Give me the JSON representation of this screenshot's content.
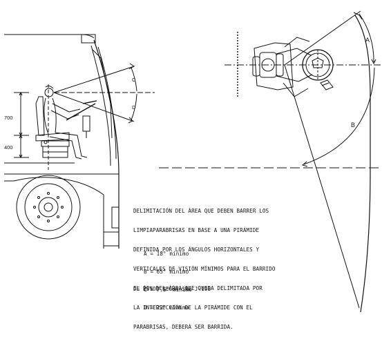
{
  "dimensions": {
    "height_upper": "700",
    "height_lower": "400"
  },
  "angle_labels_side": {
    "c": "C",
    "d": "D"
  },
  "angle_labels_top": {
    "a": "A",
    "b": "B"
  },
  "description": [
    "DELIMITACIÓN DEL ÁREA QUE DEBEN BARRER LOS",
    "LIMPIAPARABRISAS EN BASE A UNA PIRÁMIDE",
    "DEFINIDA POR LOS ÁNGULOS HORIZONTALES Y",
    "VERTICALES DE VISIÓN MÍNIMOS PARA EL BARRIDO",
    "DE ÉSTOS SEGÚN SAE J-198"
  ],
  "angles": [
    "A = 18° mínimo",
    "B = 65° mínimo",
    "C = 7.5° mínimo",
    "D = 22° mínimo"
  ],
  "conclusion": [
    "EL 90% DEL ÁREA QUE QUEDA DELIMITADA POR",
    "LA INTERSECCIÓN DE LA PIRÁMIDE CON EL",
    "PARABRISAS, DEBERÁ SER BARRIDA."
  ]
}
